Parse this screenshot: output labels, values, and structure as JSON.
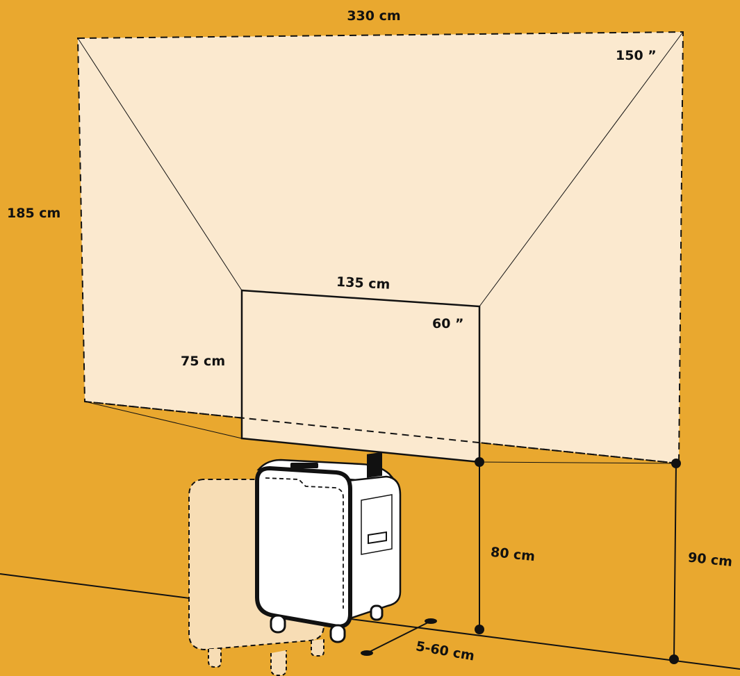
{
  "colors": {
    "background": "#E9A82F",
    "screen_fill": "#FBE9CF",
    "line": "#111111",
    "device_body": "#FFFFFF",
    "ghost_fill": "#F7DDB5"
  },
  "large_screen": {
    "width_label": "330 cm",
    "height_label": "185 cm",
    "diagonal_label": "150 ”",
    "floor_height_label": "90 cm"
  },
  "small_screen": {
    "width_label": "135 cm",
    "height_label": "75 cm",
    "diagonal_label": "60 ”",
    "floor_height_label": "80 cm"
  },
  "wall_distance_label": "5-60 cm"
}
